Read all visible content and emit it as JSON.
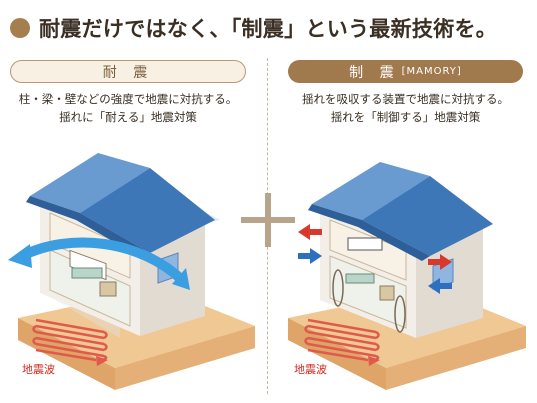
{
  "headline": "耐震だけではなく、「制震」という最新技術を。",
  "left_panel": {
    "pill_label": "耐 震",
    "desc_line1": "柱・梁・壁などの強度で地震に対抗する。",
    "desc_line2": "揺れに「耐える」地震対策",
    "wave_label": "地震波"
  },
  "right_panel": {
    "pill_label": "制 震",
    "pill_sub": "[MAMORY]",
    "desc_line1": "揺れを吸収する装置で地震に対抗する。",
    "desc_line2": "揺れを「制御する」地震対策",
    "wave_label": "地震波"
  },
  "colors": {
    "accent_brown": "#a0794c",
    "roof_blue": "#3d77b8",
    "arrow_blue": "#3a9ee0",
    "arrow_red": "#d9392d",
    "ground": "#e8b87a",
    "wave_red": "#d42a1f"
  },
  "icons": [
    "plus-icon",
    "sway-arrow-icon",
    "push-arrow-icon",
    "damper-icon"
  ]
}
